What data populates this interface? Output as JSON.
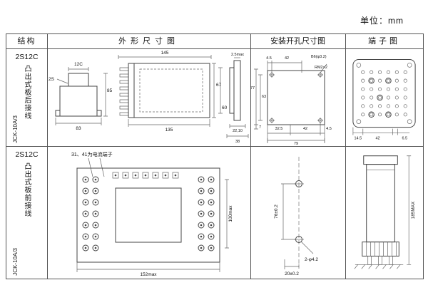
{
  "unit_label": "单位：mm",
  "headers": {
    "structure": "结构",
    "outline": "外形尺寸图",
    "install": "安装开孔尺寸图",
    "terminal": "端子图"
  },
  "rows": [
    {
      "structure": {
        "model": "2S12C",
        "mount": "凸出式板后接线",
        "code": "JCK-10A/3"
      },
      "outline": {
        "front_top": "12C",
        "front_left": "2S",
        "front_width": "83",
        "front_height": "85",
        "side_top": "145",
        "side_bottom": "135",
        "side_h_outer": "67",
        "side_h_inner": "60",
        "profile_top": "2.5max",
        "profile_d1": "22,10",
        "profile_d2": "38"
      },
      "install": {
        "top_d1": "4.5",
        "top_d2": "42",
        "note_hole": "B6(φ3.2)",
        "note_thread": "RM2×2",
        "left_d1": "77",
        "left_d2": "63",
        "bottom_d0": "7",
        "bottom_d1": "32.5",
        "bottom_d2": "42",
        "bottom_d3": "4.5",
        "bottom_total": "79"
      },
      "terminal": {
        "bottom_d1": "14.5",
        "bottom_d2": "42",
        "bottom_d3": "6.5"
      }
    },
    {
      "structure": {
        "model": "2S12C",
        "mount": "凸出式板前接线",
        "code": "JCK-10A/3"
      },
      "outline": {
        "note": "31、41为电流端子",
        "bottom_width": "152max",
        "right_height": "100max"
      },
      "install": {
        "hole_pitch": "76±0.2",
        "hole_note": "2-φ4.2",
        "bottom_offset": "20±0.2"
      },
      "terminal": {
        "height": "185MAX"
      }
    }
  ]
}
